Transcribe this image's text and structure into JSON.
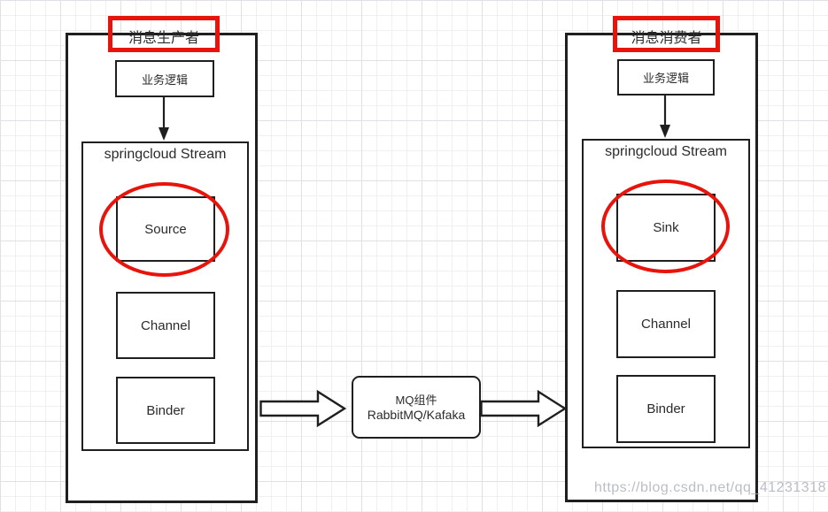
{
  "diagram": {
    "producer": {
      "title": "消息生产者",
      "business_logic_label": "业务逻辑",
      "stream_label": "springcloud Stream",
      "components": [
        "Source",
        "Channel",
        "Binder"
      ]
    },
    "consumer": {
      "title": "消息消费者",
      "business_logic_label": "业务逻辑",
      "stream_label": "springcloud Stream",
      "components": [
        "Sink",
        "Channel",
        "Binder"
      ]
    },
    "mq_component": {
      "line1": "MQ组件",
      "line2": "RabbitMQ/Kafaka"
    },
    "watermark": "https://blog.csdn.net/qq_41231318",
    "colors": {
      "highlight_red": "#e8140c",
      "stroke_black": "#1f1f1f",
      "grid_minor": "#eef0f2",
      "grid_major": "#dfe1e5",
      "watermark_gray": "#a8aeb8"
    }
  }
}
